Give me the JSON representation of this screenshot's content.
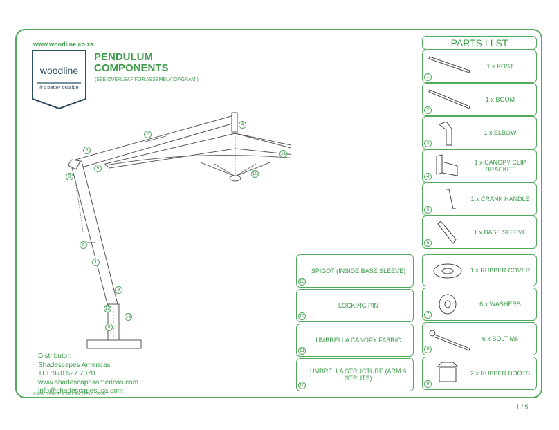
{
  "header": {
    "website": "www.woodline.co.za",
    "logo_name": "woodline",
    "logo_tagline": "it's better outside",
    "title_line1": "PENDULUM",
    "title_line2": "COMPONENTS",
    "subtitle": "(SEE OVERLEAF FOR ASSEMBLY DIAGRAM.)"
  },
  "parts_list": {
    "heading": "PARTS LI ST",
    "items": [
      {
        "num": "1",
        "label": "1 x POST",
        "icon": "post-icon"
      },
      {
        "num": "2",
        "label": "1 x BOOM",
        "icon": "boom-icon"
      },
      {
        "num": "3",
        "label": "1 x ELBOW",
        "icon": "elbow-icon"
      },
      {
        "num": "4",
        "label": "1 x CANOPY CLIP BRACKET",
        "icon": "bracket-icon"
      },
      {
        "num": "5",
        "label": "1 x CRANK HANDLE",
        "icon": "crank-icon"
      },
      {
        "num": "6",
        "label": "1 x BASE SLEEVE",
        "icon": "sleeve-icon"
      },
      {
        "num": "",
        "label": "1 x RUBBER COVER",
        "icon": "rubber-cover-icon"
      },
      {
        "num": "7",
        "label": "6 x WASHERS",
        "icon": "washer-icon"
      },
      {
        "num": "8",
        "label": "6 x BOLT M6",
        "icon": "bolt-icon"
      },
      {
        "num": "9",
        "label": "2 x RUBBER BOOTS",
        "icon": "boot-icon"
      }
    ]
  },
  "components": [
    {
      "num": "13",
      "label": "SPIGOT (INSIDE BASE SLEEVE)"
    },
    {
      "num": "12",
      "label": "LOCKING PIN"
    },
    {
      "num": "11",
      "label": "UMBRELLA CANOPY FABRIC"
    },
    {
      "num": "10",
      "label": "UMBRELLA STRUCTURE (ARM & STRUTS)"
    }
  ],
  "diagram_callouts": [
    "1",
    "2",
    "3",
    "4",
    "5",
    "6",
    "8",
    "9",
    "9",
    "10",
    "11",
    "12",
    "13"
  ],
  "distributor": {
    "heading": "Distributor:",
    "name": "Shadescapes Americas",
    "tel": "TEL:970.527.7070",
    "web": "www.shadescapesamericas.com",
    "email": "info@shadescapesusa.com"
  },
  "copyright": "PROTRADE & WOODLINE cc.  1996",
  "page_number": "1 / 5",
  "colors": {
    "accent": "#3d9b4a",
    "border": "#52a85c",
    "logo": "#2f4f63"
  }
}
